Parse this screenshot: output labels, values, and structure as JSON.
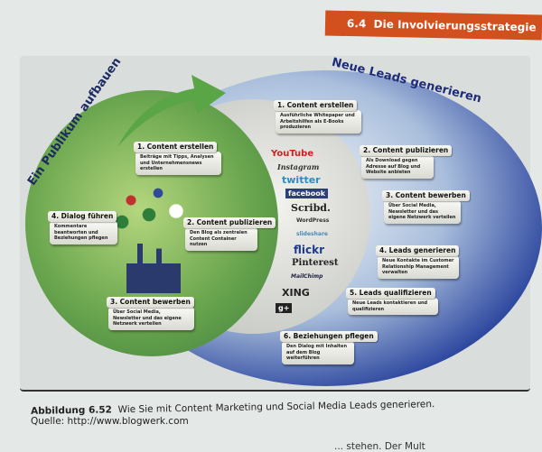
{
  "header": {
    "section": "6.4",
    "title": "Die Involvierungsstrategie"
  },
  "diagram": {
    "left_title": "Ein Publikum aufbauen",
    "right_title": "Neue Leads generieren",
    "left_steps": [
      {
        "title": "1. Content erstellen",
        "text": "Beiträge mit Tipps, Analysen und Unternehmensnews erstellen"
      },
      {
        "title": "2. Content publizieren",
        "text": "Den Blog als zentralen Content Container nutzen"
      },
      {
        "title": "3. Content bewerben",
        "text": "Über Social Media, Newsletter und das eigene Netzwerk verteilen"
      },
      {
        "title": "4. Dialog führen",
        "text": "Kommentare beantworten und Beziehungen pflegen"
      }
    ],
    "right_steps": [
      {
        "title": "1. Content erstellen",
        "text": "Ausführliche Whitepaper und Arbeitshilfen als E-Books produzieren"
      },
      {
        "title": "2. Content publizieren",
        "text": "Als Download gegen Adresse auf Blog und Website anbieten"
      },
      {
        "title": "3. Content bewerben",
        "text": "Über Social Media, Newsletter und das eigene Netzwerk verteilen"
      },
      {
        "title": "4. Leads generieren",
        "text": "Neue Kontakte im Customer Relationship Management verwalten"
      },
      {
        "title": "5. Leads qualifizieren",
        "text": "Neue Leads kontaktieren und qualifizieren"
      },
      {
        "title": "6. Beziehungen pflegen",
        "text": "Den Dialog mit Inhalten auf dem Blog weiterführen"
      }
    ],
    "logos": [
      "YouTube",
      "Instagram",
      "twitter",
      "facebook",
      "Scribd.",
      "WordPress",
      "slideshare",
      "flickr",
      "Pinterest",
      "MailChimp",
      "XING",
      "g+"
    ]
  },
  "caption": {
    "label": "Abbildung 6.52",
    "text": "Wie Sie mit Content Marketing und Social Media Leads generieren.",
    "source": "Quelle: http://www.blogwerk.com"
  },
  "cut_text": "... stehen. Der Mult"
}
